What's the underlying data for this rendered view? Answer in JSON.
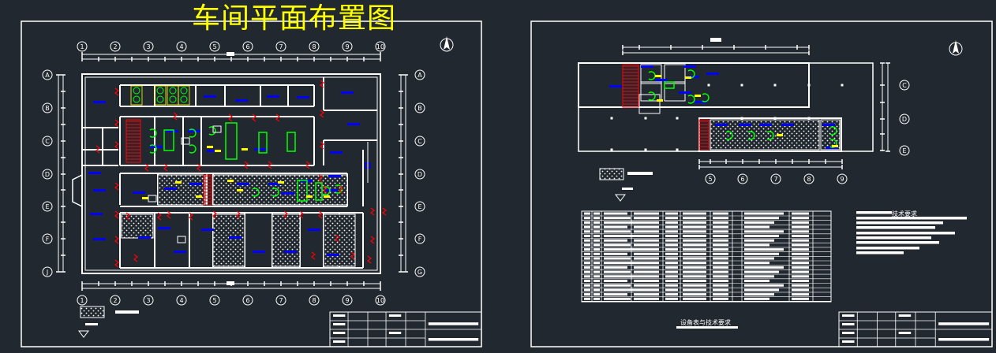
{
  "drawing": {
    "title": "车间平面布置图",
    "north_symbol": "north-arrow-icon",
    "grid_columns_main": [
      "1",
      "2",
      "3",
      "4",
      "5",
      "6",
      "7",
      "8",
      "9",
      "10"
    ],
    "grid_rows_main_left": [
      "A",
      "B",
      "C",
      "D",
      "E",
      "F",
      "J"
    ],
    "grid_rows_main_right": [
      "A",
      "B",
      "C",
      "D",
      "E",
      "F",
      "G"
    ],
    "grid_columns_second": [
      "5",
      "6",
      "7",
      "8",
      "9"
    ],
    "grid_rows_second": [
      "C",
      "D",
      "E"
    ]
  },
  "equipment_sheet": {
    "table_title": "设备表与技术要求",
    "tech_requirements_title": "技术要求"
  },
  "colors": {
    "background": "#212830",
    "walls": "#ffffff",
    "equipment": "#0000ff",
    "fixtures": "#00ff00",
    "labels": "#ffff00",
    "doors": "#ff0000"
  }
}
